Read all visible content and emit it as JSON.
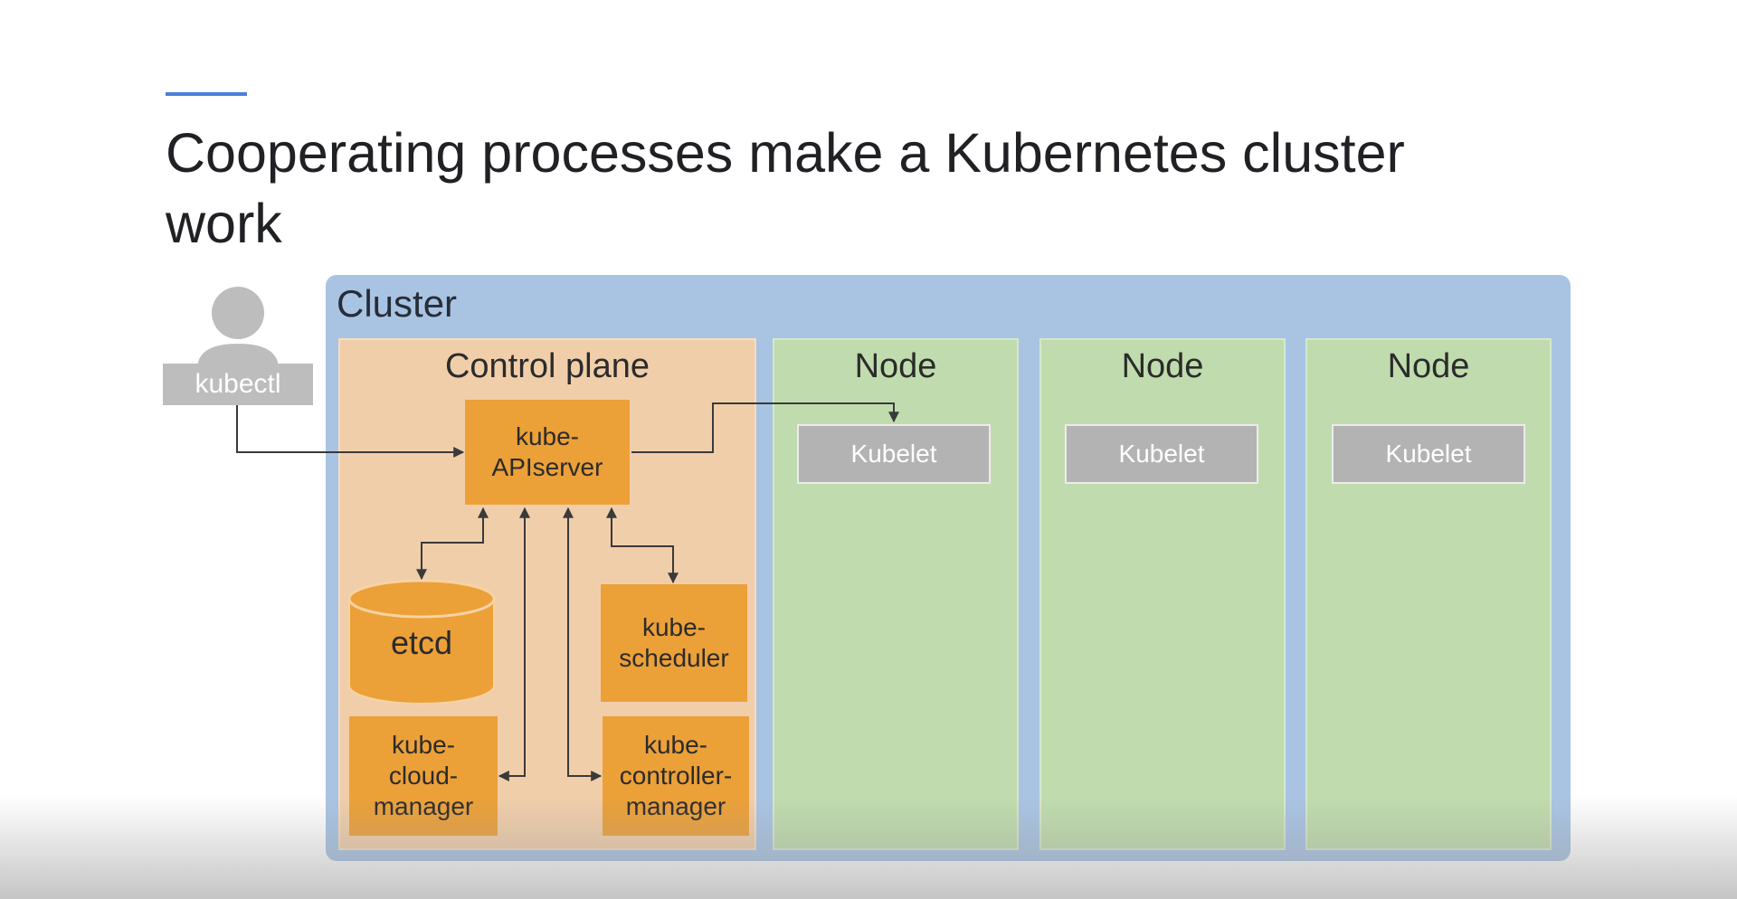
{
  "slide": {
    "title": "Cooperating processes make a Kubernetes cluster work",
    "accent_color": "#4a7fdc"
  },
  "diagram": {
    "user": {
      "icon": "person-icon",
      "label": "kubectl"
    },
    "cluster": {
      "label": "Cluster",
      "color": "#a9c4e3"
    },
    "control_plane": {
      "label": "Control plane",
      "color": "#f1ceaa",
      "components": {
        "apiserver": "kube-\nAPIserver",
        "etcd": "etcd",
        "scheduler": "kube-\nscheduler",
        "cloud_manager": "kube-\ncloud-\nmanager",
        "controller_manager": "kube-\ncontroller-\nmanager"
      },
      "component_color": "#eca038"
    },
    "nodes": [
      {
        "label": "Node",
        "agent": "Kubelet"
      },
      {
        "label": "Node",
        "agent": "Kubelet"
      },
      {
        "label": "Node",
        "agent": "Kubelet"
      }
    ],
    "node_color": "#c0dcae"
  }
}
